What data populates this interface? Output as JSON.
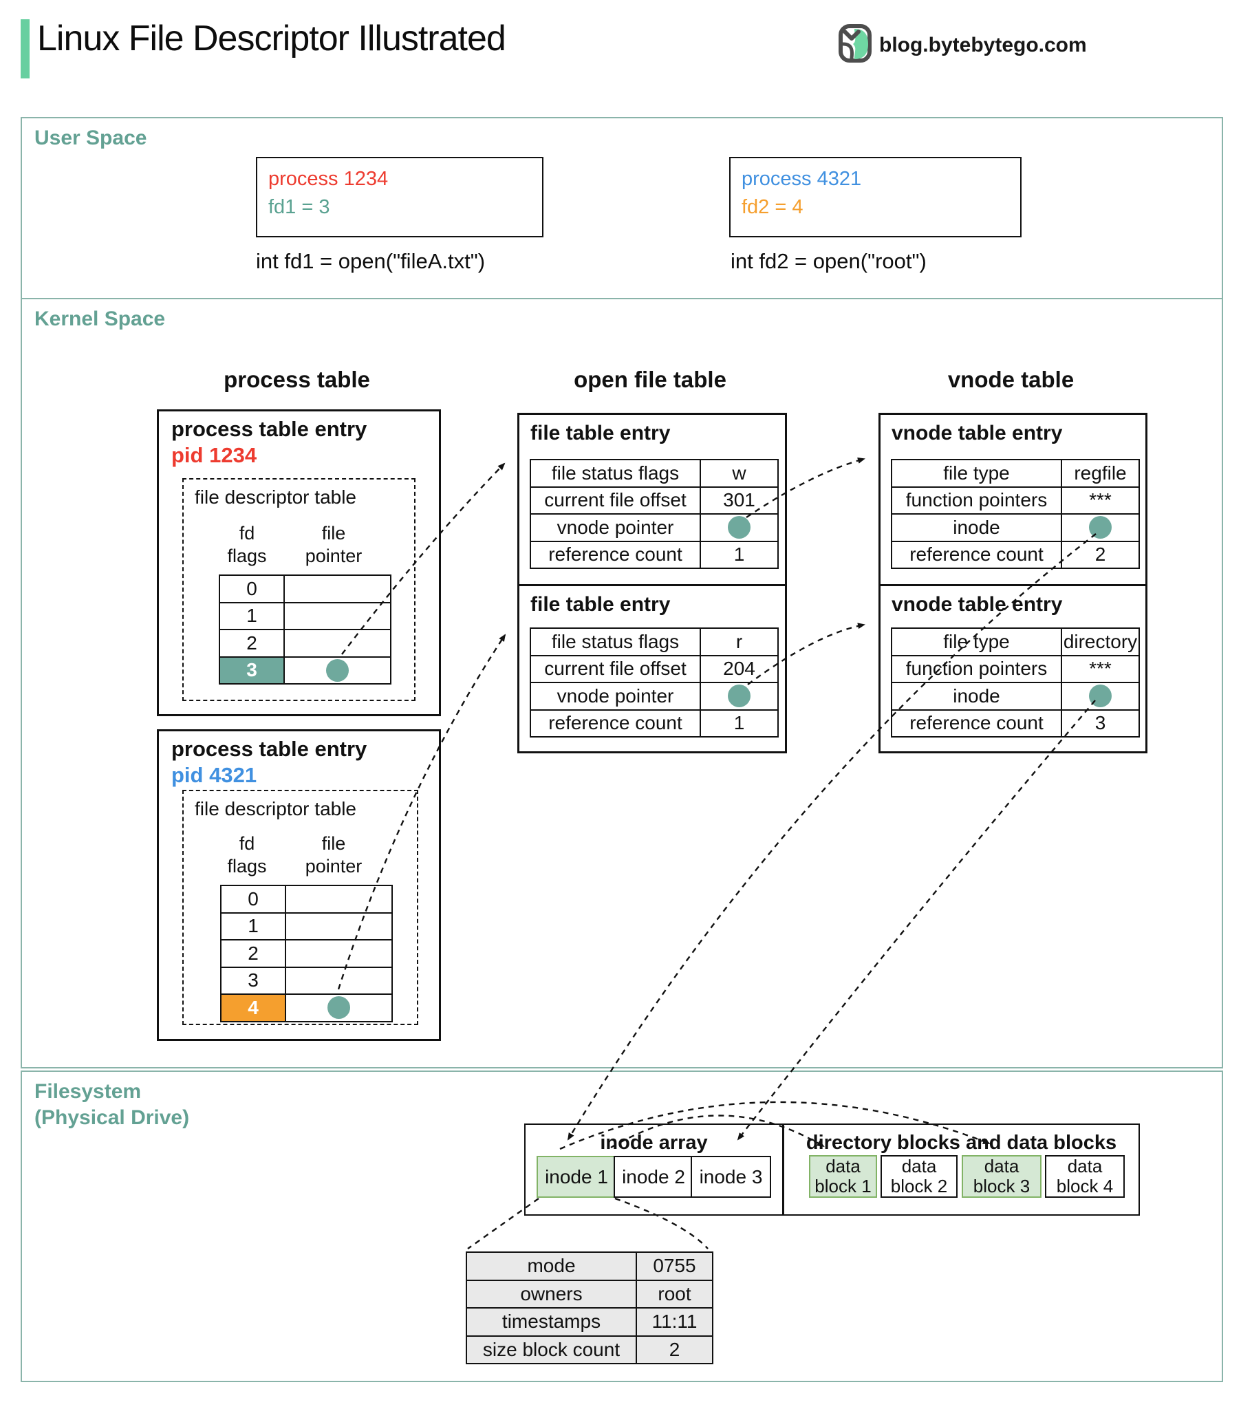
{
  "header": {
    "title": "Linux File Descriptor Illustrated",
    "site": "blog.bytebytego.com"
  },
  "user_space": {
    "label": "User Space",
    "processes": [
      {
        "name": "process 1234",
        "fd_line": "fd1 = 3",
        "call": "int fd1 = open(\"fileA.txt\")"
      },
      {
        "name": "process 4321",
        "fd_line": "fd2 = 4",
        "call": "int fd2 = open(\"root\")"
      }
    ]
  },
  "kernel_space": {
    "label": "Kernel Space",
    "titles": {
      "process_table": "process table",
      "open_file_table": "open file table",
      "vnode_table": "vnode table"
    },
    "process_table": {
      "entries": [
        {
          "title": "process table entry",
          "pid": "pid 1234",
          "fd_table_label": "file descriptor table",
          "col_fd": {
            "line1": "fd",
            "line2": "flags"
          },
          "col_ptr": {
            "line1": "file",
            "line2": "pointer"
          },
          "fds": [
            "0",
            "1",
            "2",
            "3"
          ],
          "highlighted_fd": "3",
          "pointer_icon": "pointer-dot"
        },
        {
          "title": "process table entry",
          "pid": "pid 4321",
          "fd_table_label": "file descriptor table",
          "col_fd": {
            "line1": "fd",
            "line2": "flags"
          },
          "col_ptr": {
            "line1": "file",
            "line2": "pointer"
          },
          "fds": [
            "0",
            "1",
            "2",
            "3",
            "4"
          ],
          "highlighted_fd": "4",
          "pointer_icon": "pointer-dot"
        }
      ]
    },
    "open_file_table": {
      "entries": [
        {
          "title": "file table entry",
          "rows": [
            {
              "label": "file status flags",
              "value": "w"
            },
            {
              "label": "current file offset",
              "value": "301"
            },
            {
              "label": "vnode pointer",
              "value": "",
              "icon": "pointer-dot"
            },
            {
              "label": "reference count",
              "value": "1"
            }
          ]
        },
        {
          "title": "file table entry",
          "rows": [
            {
              "label": "file status flags",
              "value": "r"
            },
            {
              "label": "current file offset",
              "value": "204"
            },
            {
              "label": "vnode pointer",
              "value": "",
              "icon": "pointer-dot"
            },
            {
              "label": "reference count",
              "value": "1"
            }
          ]
        }
      ]
    },
    "vnode_table": {
      "entries": [
        {
          "title": "vnode table entry",
          "rows": [
            {
              "label": "file type",
              "value": "regfile"
            },
            {
              "label": "function pointers",
              "value": "***"
            },
            {
              "label": "inode",
              "value": "",
              "icon": "pointer-dot"
            },
            {
              "label": "reference count",
              "value": "2"
            }
          ]
        },
        {
          "title": "vnode table entry",
          "rows": [
            {
              "label": "file type",
              "value": "directory"
            },
            {
              "label": "function pointers",
              "value": "***"
            },
            {
              "label": "inode",
              "value": "",
              "icon": "pointer-dot"
            },
            {
              "label": "reference count",
              "value": "3"
            }
          ]
        }
      ]
    }
  },
  "filesystem": {
    "label_line1": "Filesystem",
    "label_line2": "(Physical Drive)",
    "inode_array": {
      "title": "inode array",
      "cells": [
        {
          "label": "inode 1",
          "highlighted": true
        },
        {
          "label": "inode 2",
          "highlighted": false
        },
        {
          "label": "inode 3",
          "highlighted": false
        }
      ]
    },
    "data_blocks": {
      "title": "directory blocks and data blocks",
      "cells": [
        {
          "line1": "data",
          "line2": "block 1",
          "highlighted": true
        },
        {
          "line1": "data",
          "line2": "block 2",
          "highlighted": false
        },
        {
          "line1": "data",
          "line2": "block 3",
          "highlighted": true
        },
        {
          "line1": "data",
          "line2": "block 4",
          "highlighted": false
        }
      ]
    },
    "inode_detail": {
      "rows": [
        {
          "label": "mode",
          "value": "0755"
        },
        {
          "label": "owners",
          "value": "root"
        },
        {
          "label": "timestamps",
          "value": "11:11"
        },
        {
          "label": "size block count",
          "value": "2"
        }
      ]
    }
  },
  "colors": {
    "accent_green": "#67cfa0",
    "section_teal_border": "#8ab4aa",
    "section_teal_text": "#63a193",
    "pointer_teal": "#6fa99d",
    "highlight_orange": "#f59f2e",
    "pid_red": "#ed3b2f",
    "pid_blue": "#4090e0",
    "block_green_fill": "#d5e8d4",
    "block_green_border": "#82b366",
    "detail_gray_fill": "#e9e9e9",
    "line_black": "#111111"
  }
}
